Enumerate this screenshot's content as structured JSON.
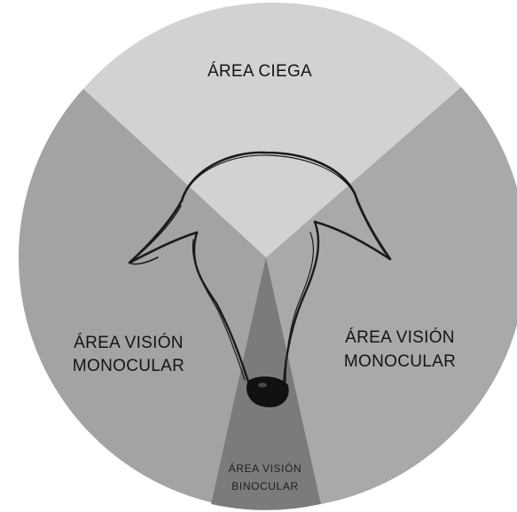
{
  "zones": {
    "blind": {
      "label": "ÁREA CIEGA",
      "color": "#d2d2d2"
    },
    "monocular_left": {
      "line1": "ÁREA  VISIÓN",
      "line2": "MONOCULAR",
      "color": "#a3a3a3"
    },
    "monocular_right": {
      "line1": "ÁREA VISIÓN",
      "line2": "MONOCULAR",
      "color": "#a9a9a9"
    },
    "binocular": {
      "line1": "ÁREA VISIÓN",
      "line2": "BINOCULAR",
      "color": "#7b7b7b"
    }
  },
  "sketch": {
    "subject": "dog-head",
    "stroke_color": "#1a1a1a",
    "nose_color": "#111111"
  }
}
